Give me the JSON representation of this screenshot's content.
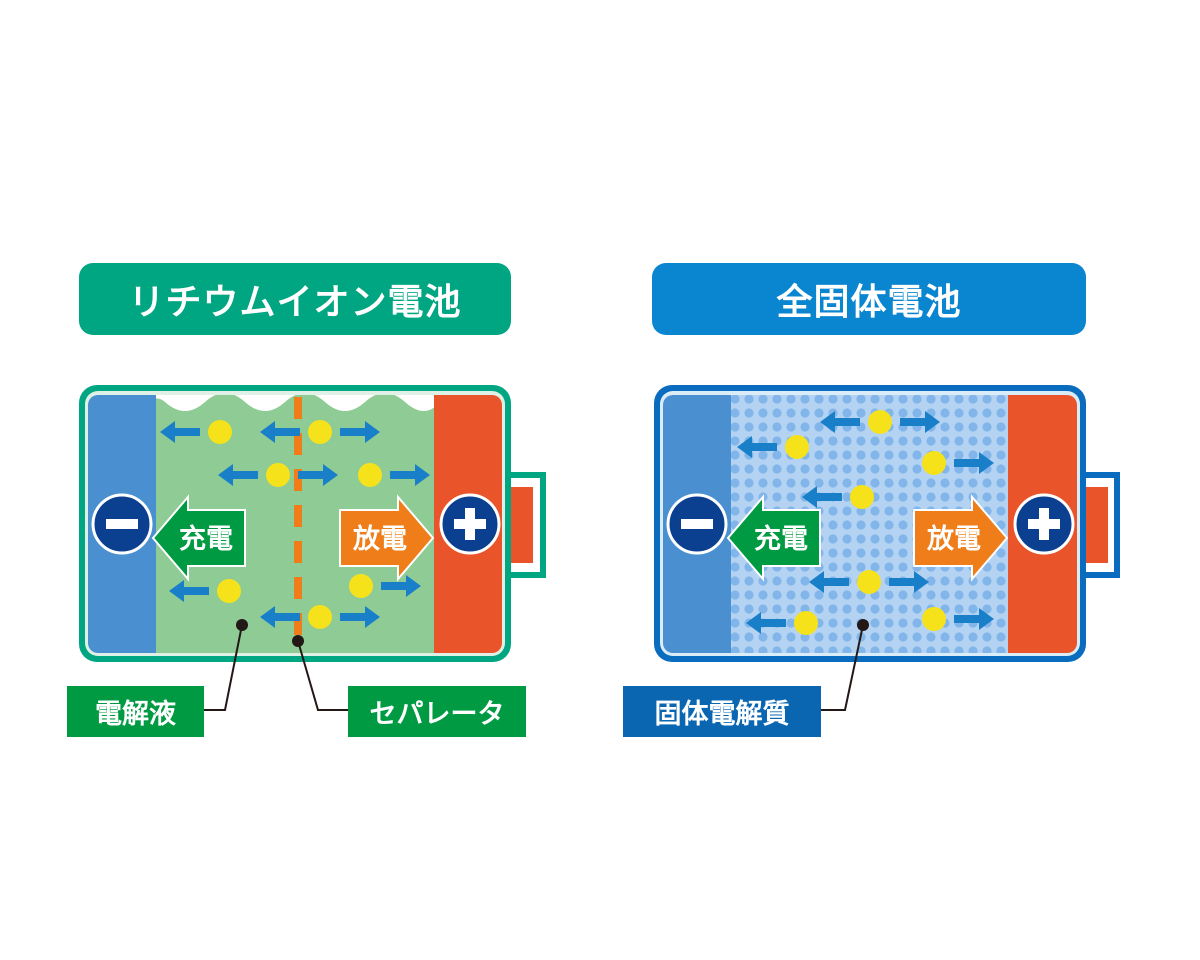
{
  "lithium_ion": {
    "title": "リチウムイオン電池",
    "anode_sign": "−",
    "cathode_sign": "+",
    "charge_label": "充電",
    "discharge_label": "放電",
    "electrolyte_label": "電解液",
    "separator_label": "セパレータ"
  },
  "solid_state": {
    "title": "全固体電池",
    "anode_sign": "−",
    "cathode_sign": "+",
    "charge_label": "充電",
    "discharge_label": "放電",
    "solid_electrolyte_label": "固体電解質"
  },
  "colors": {
    "li_title": "#00a582",
    "li_label": "#009a43",
    "li_electrolyte": "#8ecb95",
    "ss_title": "#0a85cf",
    "ss_label": "#0b66b2",
    "anode": "#4a8fd0",
    "cathode": "#e9542b",
    "ion": "#f6e21a",
    "ion_arrow": "#1a7fc9",
    "separator": "#ee7d1a",
    "charge_arrow": "#009a43",
    "discharge_arrow": "#ee7d1a"
  }
}
